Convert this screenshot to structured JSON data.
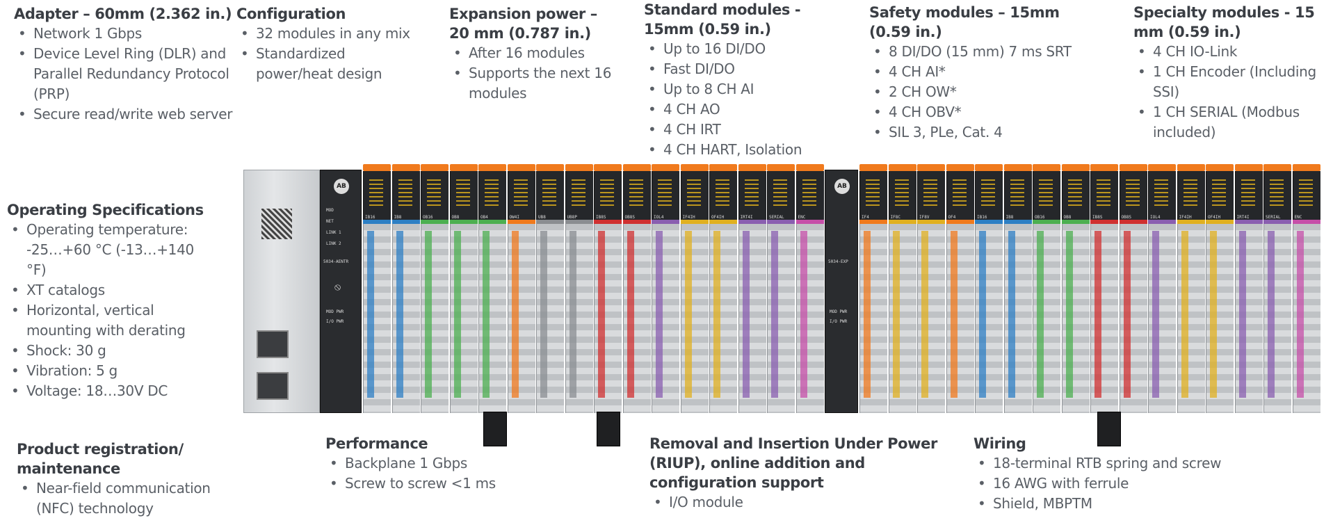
{
  "adapter": {
    "title": "Adapter – 60mm (2.362 in.)",
    "items": [
      "Network 1 Gbps",
      "Device Level Ring (DLR) and Parallel Redundancy Protocol (PRP)",
      "Secure read/write web server"
    ]
  },
  "configuration": {
    "title": "Configuration",
    "items": [
      "32 modules in any mix",
      "Standardized power/heat design"
    ]
  },
  "expansion": {
    "title": "Expansion power – 20 mm (0.787 in.)",
    "items": [
      "After 16 modules",
      "Supports the next 16 modules"
    ]
  },
  "standard": {
    "title": "Standard modules - 15mm (0.59 in.)",
    "items": [
      "Up to 16 DI/DO",
      "Fast DI/DO",
      "Up to 8 CH AI",
      "4 CH AO",
      "4 CH IRT",
      "4 CH HART, Isolation"
    ]
  },
  "safety": {
    "title": "Safety modules – 15mm (0.59 in.)",
    "items": [
      "8 DI/DO (15 mm) 7 ms SRT",
      "4 CH AI*",
      "2 CH OW*",
      "4 CH OBV*",
      "SIL 3, PLe, Cat. 4"
    ]
  },
  "specialty": {
    "title": "Specialty modules - 15 mm (0.59 in.)",
    "items": [
      "4 CH IO-Link",
      "1 CH Encoder (Including SSI)",
      "1 CH SERIAL (Modbus included)"
    ]
  },
  "operating": {
    "title": "Operating Specifications",
    "items": [
      "Operating temperature: -25…+60 °C (-13…+140 °F)",
      "XT catalogs",
      "Horizontal, vertical mounting with derating",
      "Shock: 30 g",
      "Vibration: 5 g",
      "Voltage: 18…30V DC"
    ]
  },
  "registration": {
    "title": "Product registration/ maintenance",
    "items": [
      "Near-field communication (NFC) technology"
    ]
  },
  "performance": {
    "title": "Performance",
    "items": [
      "Backplane 1 Gbps",
      "Screw to screw <1 ms"
    ]
  },
  "riup": {
    "title": "Removal and Insertion Under Power (RIUP), online addition and configuration support",
    "items": [
      "I/O module"
    ]
  },
  "wiring": {
    "title": "Wiring",
    "items": [
      "18-terminal RTB spring and screw",
      "16 AWG with ferrule",
      "Shield, MBPTM"
    ]
  },
  "hardware": {
    "adapter_label": "5034-AENTR",
    "expansion_label": "5034-EXP",
    "status_labels": [
      "MOD",
      "NET",
      "LINK 1",
      "LINK 2",
      "MOD PWR",
      "I/O PWR"
    ],
    "logo": "AB",
    "module_labels_group1": [
      "IB16",
      "IB8",
      "OB16",
      "OB8",
      "OB4",
      "OW4I",
      "UB8",
      "UB8P",
      "IB8S",
      "OB8S",
      "IOL4",
      "IF4IH",
      "OF4IH",
      "IRT4I",
      "SERIAL",
      "ENC"
    ],
    "module_labels_group2": [
      "IF4",
      "IF8C",
      "IF8V",
      "OF4",
      "IB16",
      "IB8",
      "OB16",
      "OB8",
      "IB8S",
      "OB8S",
      "IOL4",
      "IF4IH",
      "OF4IH",
      "IRT4I",
      "SERIAL",
      "ENC"
    ],
    "stripe_colors_group1": [
      "#2d7fc4",
      "#2d7fc4",
      "#4caf50",
      "#4caf50",
      "#4caf50",
      "#f07a1d",
      "#8a8d91",
      "#8a8d91",
      "#d03030",
      "#d03030",
      "#8a5fb0",
      "#e0b020",
      "#e0b020",
      "#8a5fb0",
      "#8a5fb0",
      "#c64fa8"
    ],
    "stripe_colors_group2": [
      "#f07a1d",
      "#e0b020",
      "#e0b020",
      "#f07a1d",
      "#2d7fc4",
      "#2d7fc4",
      "#4caf50",
      "#4caf50",
      "#d03030",
      "#d03030",
      "#8a5fb0",
      "#e0b020",
      "#e0b020",
      "#8a5fb0",
      "#8a5fb0",
      "#c64fa8"
    ]
  }
}
